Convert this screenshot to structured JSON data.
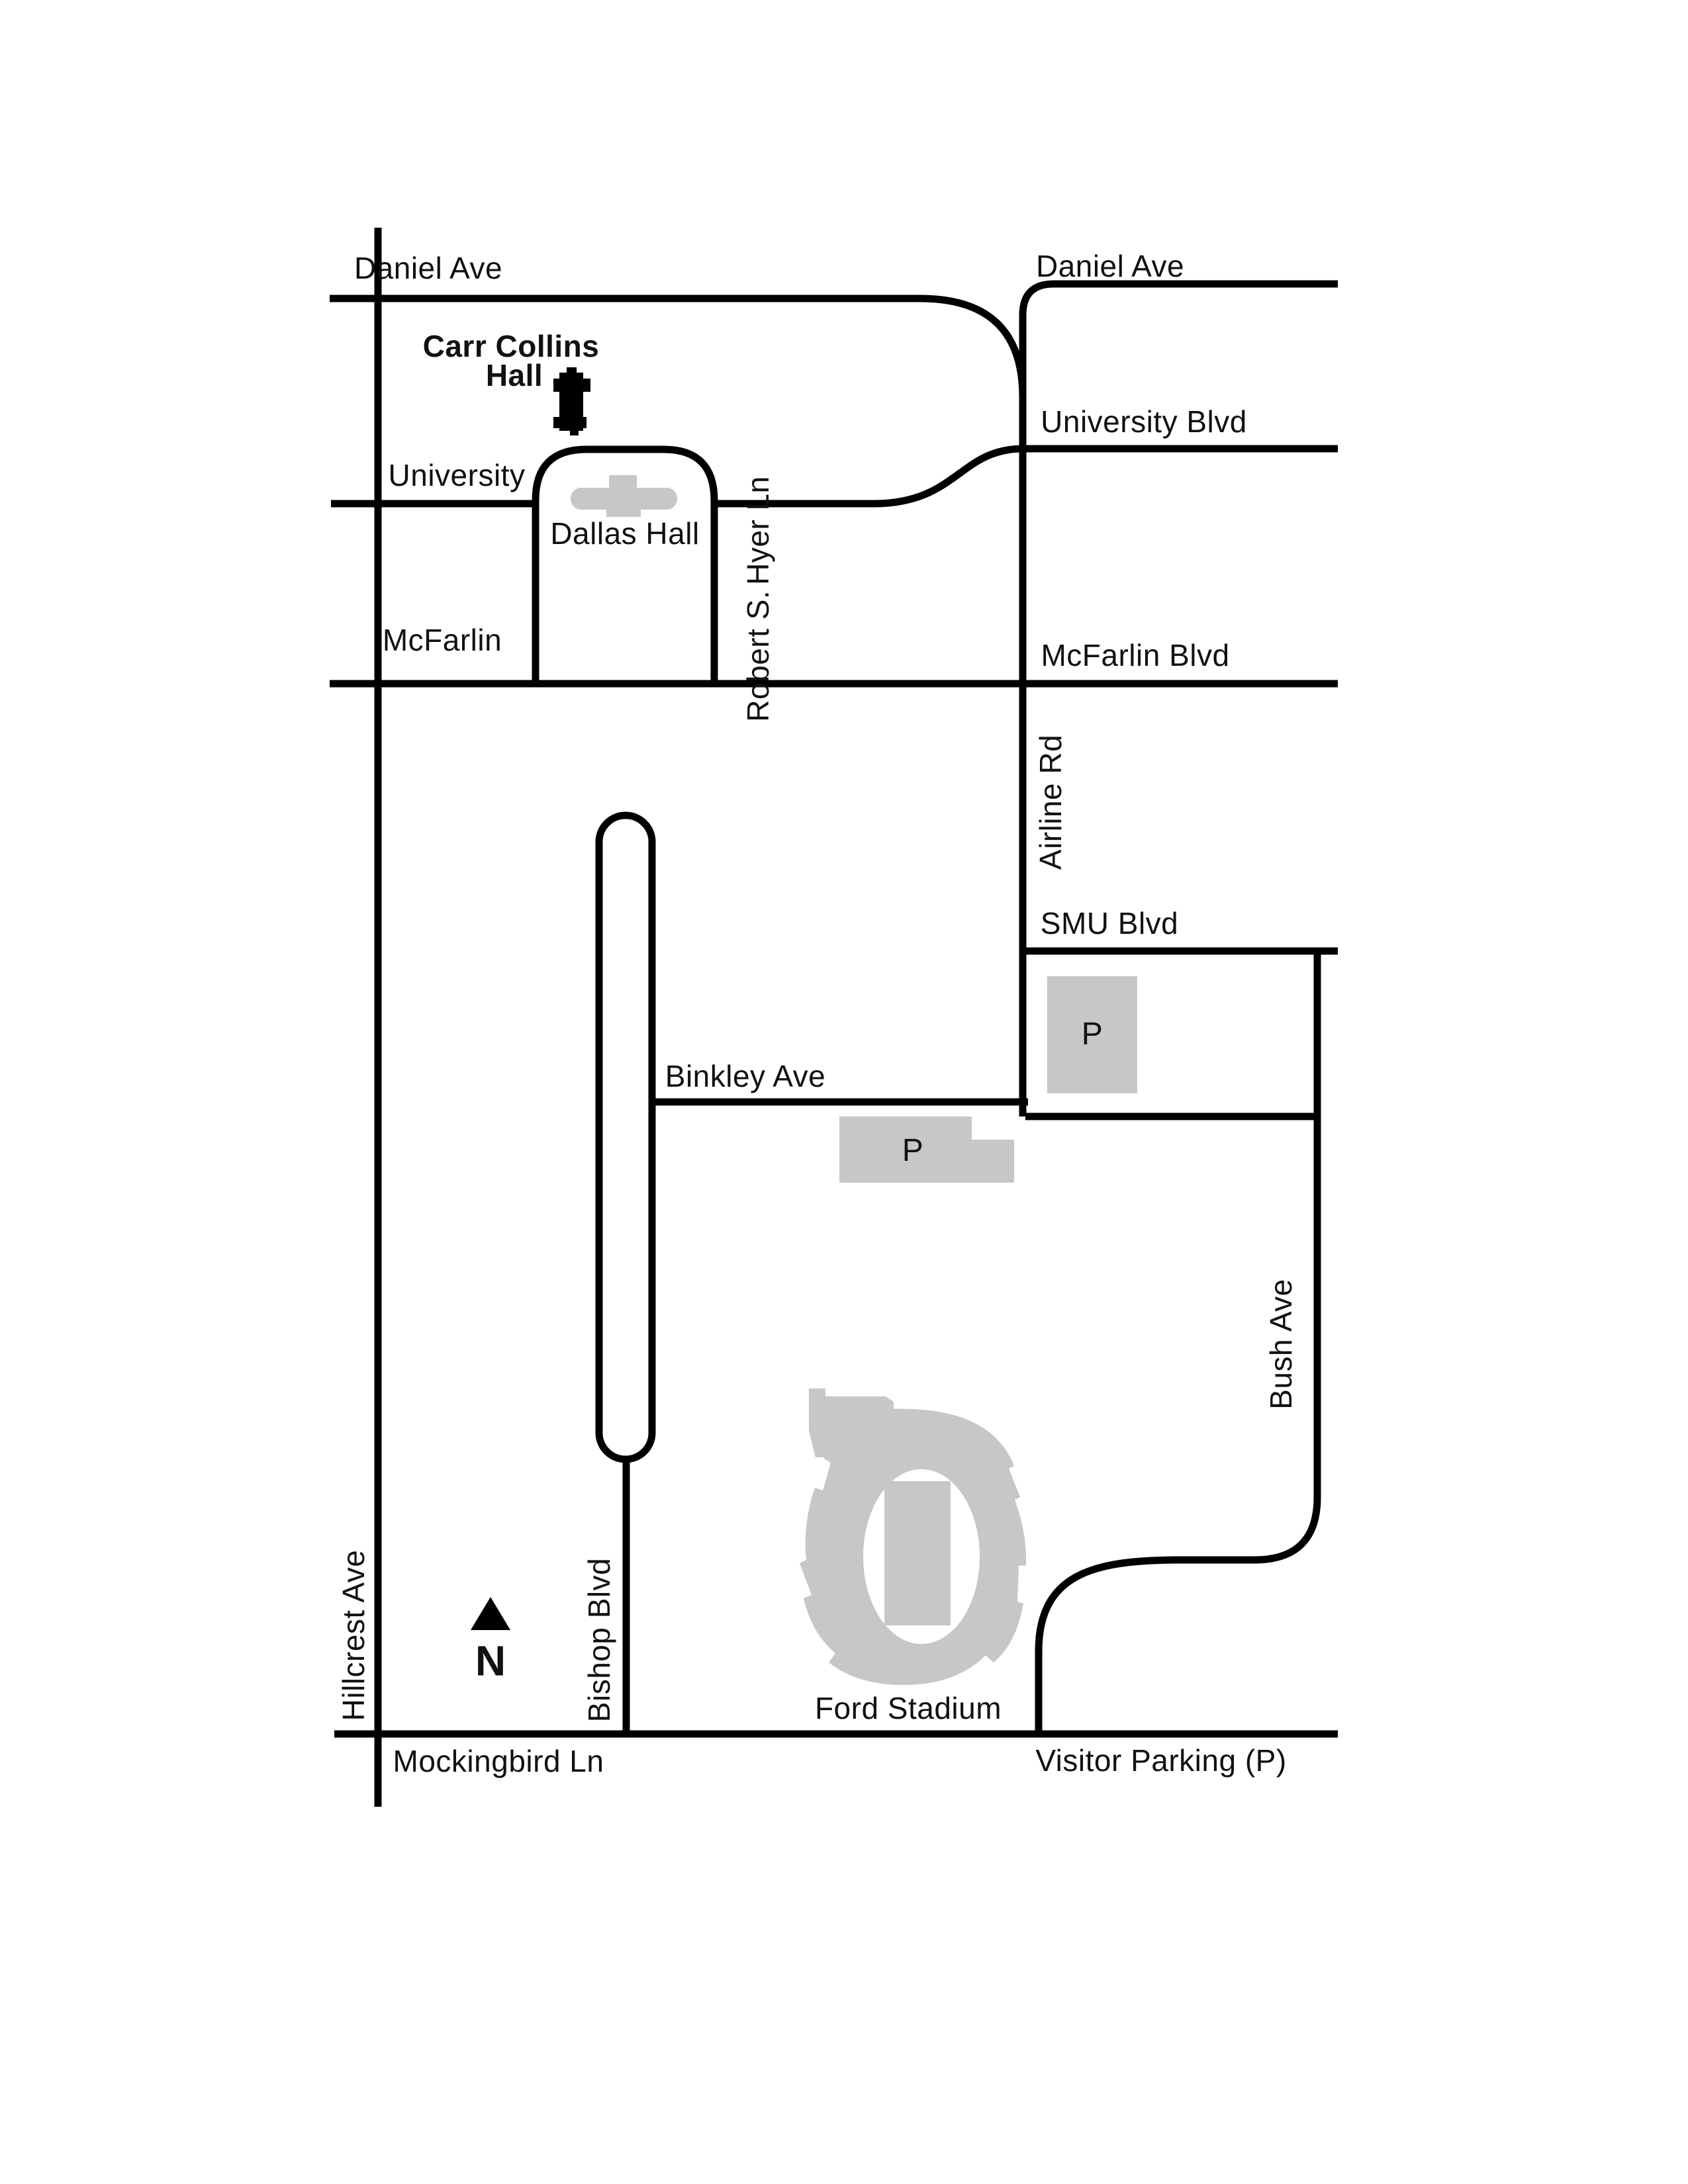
{
  "map": {
    "streets": {
      "daniel_west": "Daniel Ave",
      "daniel_east": "Daniel Ave",
      "university_blvd": "University Blvd",
      "university_west": "University",
      "robert_hyer_line1": "Robert S.",
      "robert_hyer_line2": "Hyer Ln",
      "mcfarlin_west": "McFarlin",
      "mcfarlin_east": "McFarlin Blvd",
      "airline": "Airline Rd",
      "smu_blvd": "SMU Blvd",
      "binkley": "Binkley Ave",
      "bush": "Bush Ave",
      "hillcrest": "Hillcrest Ave",
      "bishop": "Bishop Blvd",
      "mockingbird": "Mockingbird Ln"
    },
    "buildings": {
      "carr_collins_line1": "Carr Collins",
      "carr_collins_line2": "Hall",
      "dallas_hall": "Dallas Hall",
      "ford_stadium": "Ford Stadium"
    },
    "parking": {
      "p_north": "P",
      "p_binkley": "P",
      "visitor_note": "Visitor Parking (P)"
    },
    "north_indicator": "N",
    "colors": {
      "road": "#000000",
      "building_gray": "#c6c7c8",
      "text": "#111111",
      "background": "#ffffff"
    }
  }
}
